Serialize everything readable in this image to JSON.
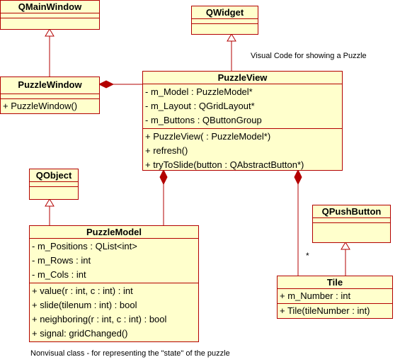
{
  "title_note": "Visual Code for showing a Puzzle",
  "footer_note": "Nonvisual class - for representing the \"state\" of the puzzle",
  "multiplicity_star": "*",
  "classes": {
    "qmainwindow": {
      "name": "QMainWindow"
    },
    "qwidget": {
      "name": "QWidget"
    },
    "qobject": {
      "name": "QObject"
    },
    "qpushbutton": {
      "name": "QPushButton"
    },
    "puzzlewindow": {
      "name": "PuzzleWindow",
      "operations": [
        "+ PuzzleWindow()"
      ]
    },
    "puzzleview": {
      "name": "PuzzleView",
      "attributes": [
        "- m_Model : PuzzleModel*",
        "- m_Layout : QGridLayout*",
        "- m_Buttons : QButtonGroup"
      ],
      "operations": [
        "+ PuzzleView( : PuzzleModel*)",
        "+ refresh()",
        "+ tryToSlide(button : QAbstractButton*)"
      ]
    },
    "puzzlemodel": {
      "name": "PuzzleModel",
      "attributes": [
        "- m_Positions : QList<int>",
        "- m_Rows : int",
        "- m_Cols : int"
      ],
      "operations": [
        "+ value(r : int, c : int) : int",
        "+ slide(tilenum : int) : bool",
        "+ neighboring(r : int, c : int) : bool",
        "+ signal: gridChanged()"
      ]
    },
    "tile": {
      "name": "Tile",
      "attributes": [
        "+ m_Number : int"
      ],
      "operations": [
        "+ Tile(tileNumber : int)"
      ]
    }
  },
  "colors": {
    "border": "#b30000",
    "fill": "#ffffcc"
  }
}
